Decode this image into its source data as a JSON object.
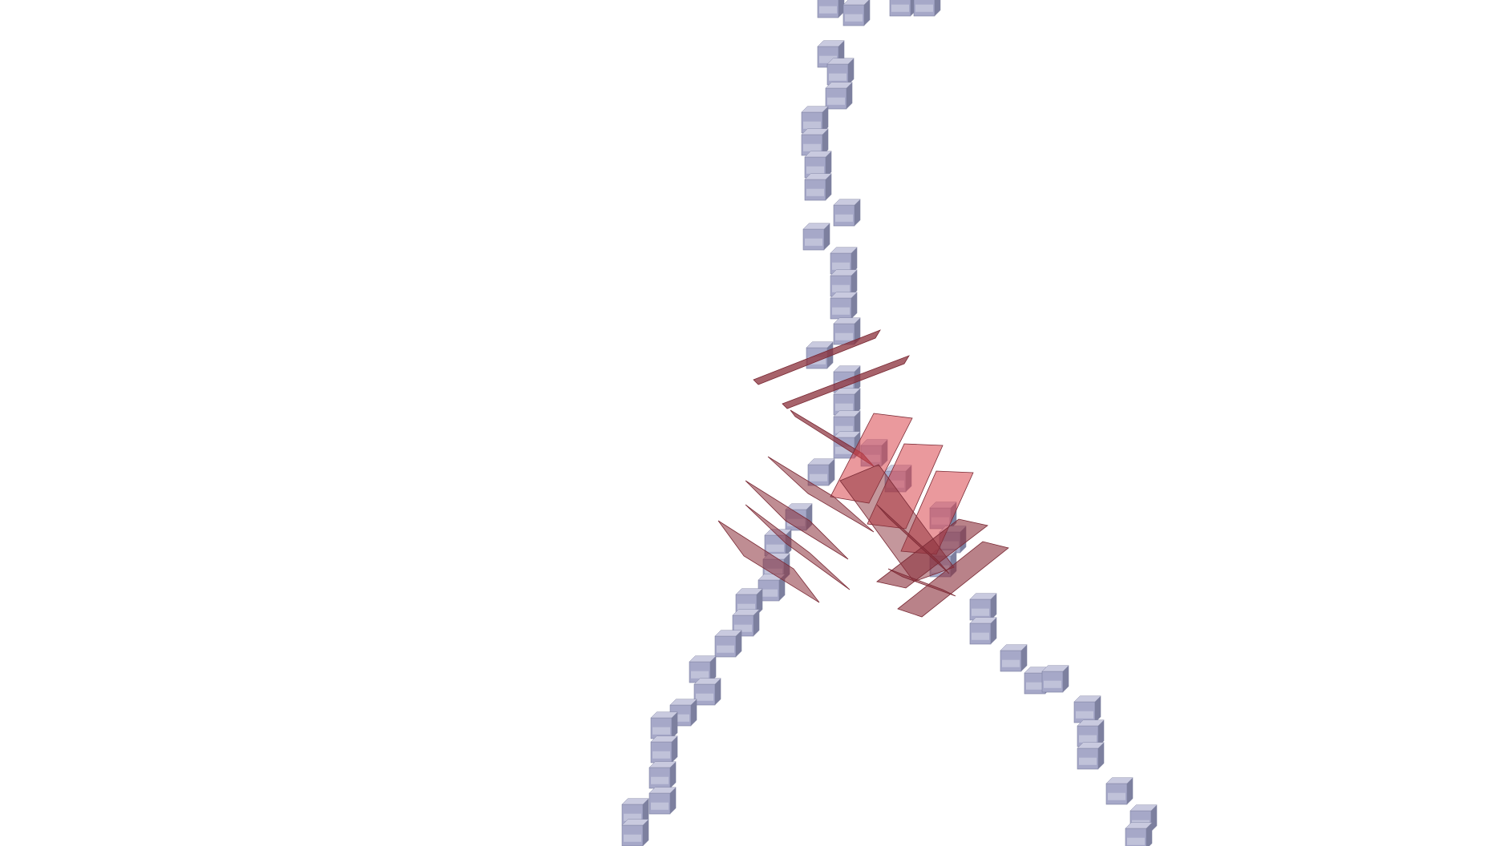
{
  "viewer": {
    "background_color": "#ffffff",
    "voxel_color": "#a6a8c8",
    "voxel_top_color": "#c9cadf",
    "voxel_side_color": "#7d809f",
    "plane_color": "#d9454d",
    "plane_dark_color": "#8a2f3a"
  },
  "scene": {
    "structures": [
      "voxel-chain-top",
      "voxel-chain-left",
      "voxel-chain-right",
      "plane-cluster"
    ]
  }
}
